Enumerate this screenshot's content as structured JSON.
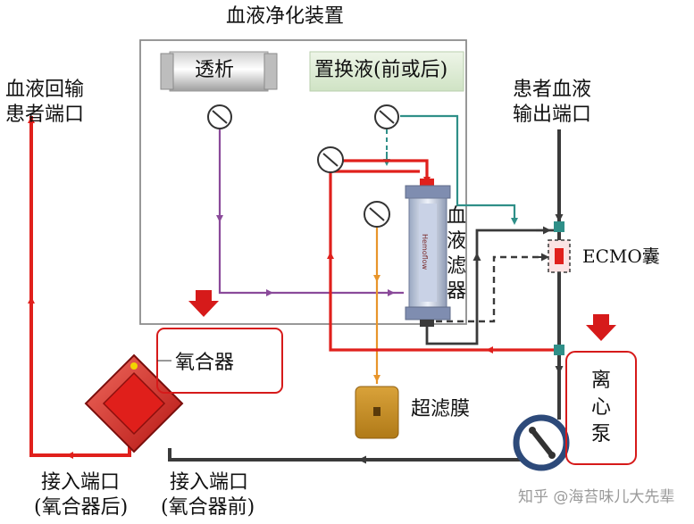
{
  "device_title": "血液净化装置",
  "dialysis_label": "透析",
  "replacement_fluid_label": "置换液(前或后)",
  "return_port_label_line1": "血液回输",
  "return_port_label_line2": "患者端口",
  "patient_output_label_line1": "患者血液",
  "patient_output_label_line2": "输出端口",
  "hemofilter_label": [
    "血",
    "液",
    "滤",
    "器"
  ],
  "hemofilter_vertical_text": "Hemoflow",
  "ecmo_bag_label": "ECMO囊",
  "oxygenator_label": "氧合器",
  "ultrafiltrate_label": "超滤膜",
  "centrifugal_pump_label": [
    "离",
    "心",
    "泵"
  ],
  "connect_after_line1": "接入端口",
  "connect_after_line2": "(氧合器后)",
  "connect_before_line1": "接入端口",
  "connect_before_line2": "(氧合器前)",
  "watermark": "知乎 @海苔味儿大先辈",
  "colors": {
    "arterial_red": "#e0201c",
    "venous_dark": "#3a3a3a",
    "dialysate_purple": "#8a4a9a",
    "replacement_teal": "#2f8f88",
    "ultrafiltrate_orange": "#e8952a",
    "highlight_box": "#d61a1a",
    "device_border": "#8c8c8c"
  }
}
